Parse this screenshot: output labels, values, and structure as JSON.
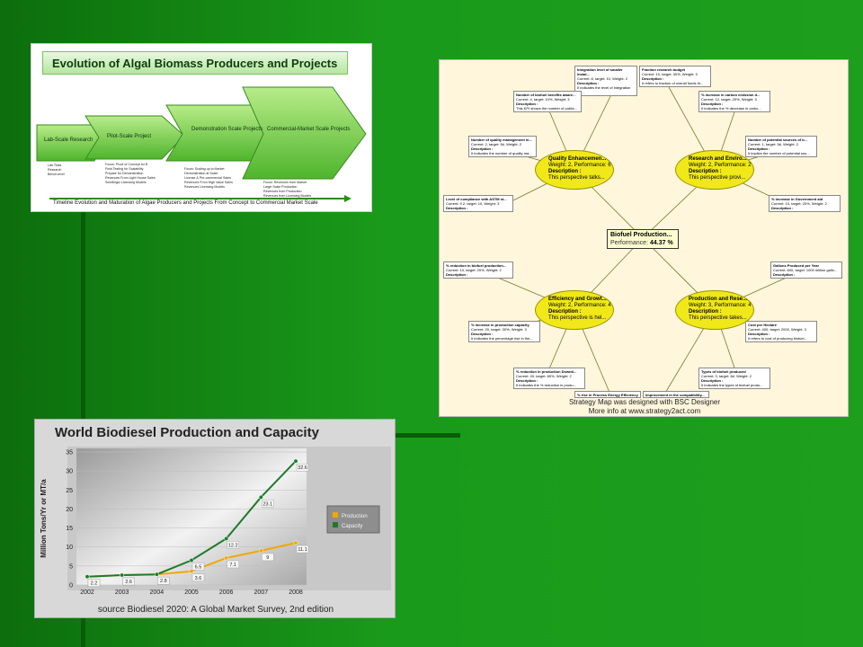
{
  "algae": {
    "title": "Evolution of Algal Biomass Producers and Projects",
    "stages": [
      {
        "name": "Lab-Scale Research",
        "items": [
          "Lab Tests",
          "Research",
          "Bench-level"
        ]
      },
      {
        "name": "Pilot-Scale Project",
        "items": [
          "Focus: Proof of Concept for $",
          "Field Testing for Scalability",
          "Prepare for Demonstration",
          "Revenues From Light House Sales",
          "Seedlings/ Licensing Models"
        ]
      },
      {
        "name": "Demonstration Scale Projects",
        "items": [
          "Focus: Scaling up to Market",
          "Demonstration at Scale",
          "License & Pre-commercial Sales",
          "Revenues From High Value Sales",
          "Revenues Licensing Models"
        ]
      },
      {
        "name": "Commercial-Market Scale Projects",
        "items": [
          "Focus: Revenues from Market",
          "Large Scale Production",
          "Revenues from Production",
          "Revenues from Licensing Models"
        ]
      }
    ],
    "caption": "Timeline Evolution and Maturation of Algae Producers and Projects From Concept to Commercial Market Scale"
  },
  "bsc": {
    "center": {
      "title": "Biofuel Production...",
      "perf_label": "Performance:",
      "perf_value": "44.37 %"
    },
    "perspectives": [
      {
        "title": "Quality Enhancemen...",
        "weight": "Weight: 2, Performance: 6",
        "desc_label": "Description :",
        "desc": "This perspective talks..."
      },
      {
        "title": "Research and Enviro...",
        "weight": "Weight: 2, Performance: 2",
        "desc_label": "Description :",
        "desc": "This perspective provi..."
      },
      {
        "title": "Efficiency and Growt...",
        "weight": "Weight: 2, Performance: 4",
        "desc_label": "Description :",
        "desc": "This perspective is hel..."
      },
      {
        "title": "Production and Rese...",
        "weight": "Weight: 3, Performance: 4",
        "desc_label": "Description :",
        "desc": "This perspective takes..."
      }
    ],
    "boxes": [
      {
        "t": "Integration level of smaller instal...",
        "l2": "Current: 8, target: 10, Weight: 2",
        "l3": "Description :",
        "l4": "It indicates the level of integration as..."
      },
      {
        "t": "Fraction research budget",
        "l2": "Current: 10, target: 30%, Weight: 3",
        "l3": "Description :",
        "l4": "It refers to fraction of overall funds th..."
      },
      {
        "t": "Number of biofuel benefits aware...",
        "l2": "Current: 4, target: 10%, Weight: 3",
        "l3": "Description :",
        "l4": "This KPI shows the number of public..."
      },
      {
        "t": "% increase in carbon emission d...",
        "l2": "Current: 12, target: 20%, Weight: 3",
        "l3": "Description :",
        "l4": "It indicates the % decrease in carbo..."
      },
      {
        "t": "Number of quality management in...",
        "l2": "Current: 2, target: 5#, Weight: 2",
        "l3": "Description :",
        "l4": "It indicates the number of quality ma..."
      },
      {
        "t": "Number of potential sources of b...",
        "l2": "Current: 1, target: 5#, Weight: 2",
        "l3": "Description :",
        "l4": "It implies the number of potential sou..."
      },
      {
        "t": "Level of compliance with ASTM st...",
        "l2": "Current: 9.2, target: 10, Weight: 3",
        "l3": "Description :",
        "l4": ""
      },
      {
        "t": "% increase in Government aid",
        "l2": "Current: 10, target: 20%, Weight: 2",
        "l3": "Description :",
        "l4": ""
      },
      {
        "t": "% reduction in biofuel production...",
        "l2": "Current: 10, target: 20%, Weight: 2",
        "l3": "Description :",
        "l4": ""
      },
      {
        "t": "Gallons Produced per Year",
        "l2": "Current: 600, target: 1000 million gallo...",
        "l3": "Description :",
        "l4": ""
      },
      {
        "t": "% increase in production capacity",
        "l2": "Current: 20, target: 30%, Weight: 3",
        "l3": "Description :",
        "l4": "It indicates the percentage rise in the..."
      },
      {
        "t": "Cost per Hectare",
        "l2": "Current: 400, target: 2000, Weight: 3",
        "l3": "Description :",
        "l4": "It refers to cost of producing biofuel..."
      },
      {
        "t": "% reduction in production Downti...",
        "l2": "Current: 40, target: 80%, Weight: 2",
        "l3": "Description :",
        "l4": "It indicates the % reduction in produ..."
      },
      {
        "t": "Types of biofuel produced",
        "l2": "Current: 3, target: 6#, Weight: 2",
        "l3": "Description :",
        "l4": "It indicates the types of biofuel produ..."
      },
      {
        "t": "% rise in Process Energy Efficiency",
        "l2": "",
        "l3": "",
        "l4": ""
      },
      {
        "t": "Improvement in the compatibility...",
        "l2": "",
        "l3": "",
        "l4": ""
      }
    ],
    "footer1": "Strategy Map was designed with BSC Designer",
    "footer2": "More info at www.strategy2act.com"
  },
  "chart_data": {
    "type": "line",
    "title": "World Biodiesel Production and Capacity",
    "ylabel": "Million Tons/Yr or MT/a",
    "xlabel": "",
    "x": [
      "2002",
      "2003",
      "2004",
      "2005",
      "2006",
      "2007",
      "2008"
    ],
    "yticks": [
      0,
      5,
      10,
      15,
      20,
      25,
      30,
      35
    ],
    "ylim": [
      0,
      35
    ],
    "series": [
      {
        "name": "Production",
        "color": "#f0a800",
        "values": [
          2.2,
          2.6,
          2.8,
          3.6,
          7.1,
          9,
          11.1
        ]
      },
      {
        "name": "Capacity",
        "color": "#1e7a2a",
        "values": [
          2.2,
          2.6,
          2.8,
          6.5,
          12.2,
          23.1,
          32.6
        ]
      }
    ],
    "legend": "right",
    "source": "source Biodiesel 2020: A Global Market Survey, 2nd edition"
  }
}
